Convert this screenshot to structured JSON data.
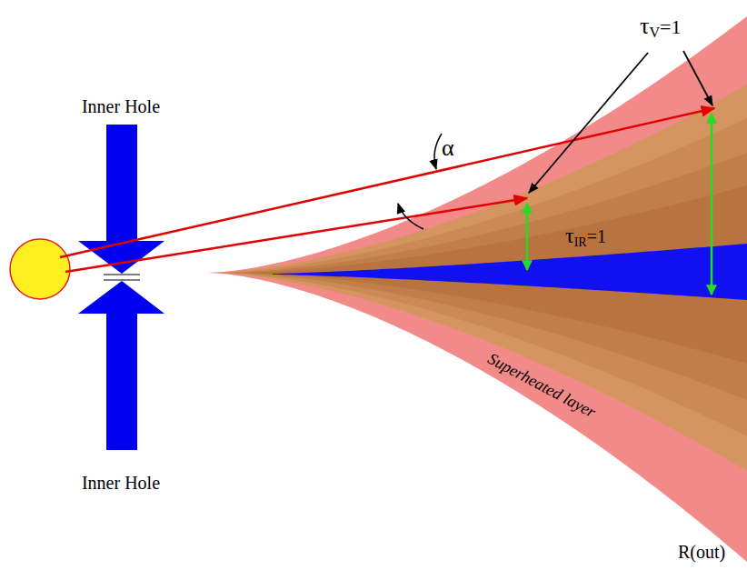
{
  "diagram": {
    "labels": [
      "Inner Hole",
      "Inner Hole",
      "α",
      "τ",
      "V",
      "=1",
      "τ",
      "IR",
      "=1",
      "Superheated layer",
      "R(out)"
    ]
  }
}
